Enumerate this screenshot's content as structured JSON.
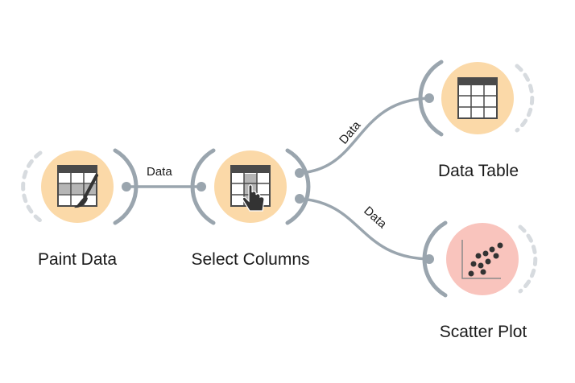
{
  "workflow": {
    "nodes": [
      {
        "id": "paint-data",
        "label": "Paint Data",
        "icon": "paint-data-icon",
        "color": "#fbd9a8"
      },
      {
        "id": "select-columns",
        "label": "Select Columns",
        "icon": "select-columns-icon",
        "color": "#fbd9a8"
      },
      {
        "id": "data-table",
        "label": "Data Table",
        "icon": "data-table-icon",
        "color": "#fbd9a8"
      },
      {
        "id": "scatter-plot",
        "label": "Scatter Plot",
        "icon": "scatter-plot-icon",
        "color": "#f9c4bd"
      }
    ],
    "links": [
      {
        "from": "paint-data",
        "to": "select-columns",
        "label": "Data"
      },
      {
        "from": "select-columns",
        "to": "data-table",
        "label": "Data"
      },
      {
        "from": "select-columns",
        "to": "scatter-plot",
        "label": "Data"
      }
    ]
  }
}
